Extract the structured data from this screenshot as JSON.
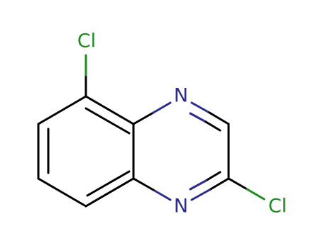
{
  "molecule": {
    "colors": {
      "carbon_bond": "#000000",
      "nitrogen": "#2c2c8c",
      "chlorine": "#1e8c1e",
      "background": "#ffffff"
    },
    "atoms": {
      "cl_top": "Cl",
      "n_top": "N",
      "n_bottom": "N",
      "cl_right": "Cl"
    }
  }
}
